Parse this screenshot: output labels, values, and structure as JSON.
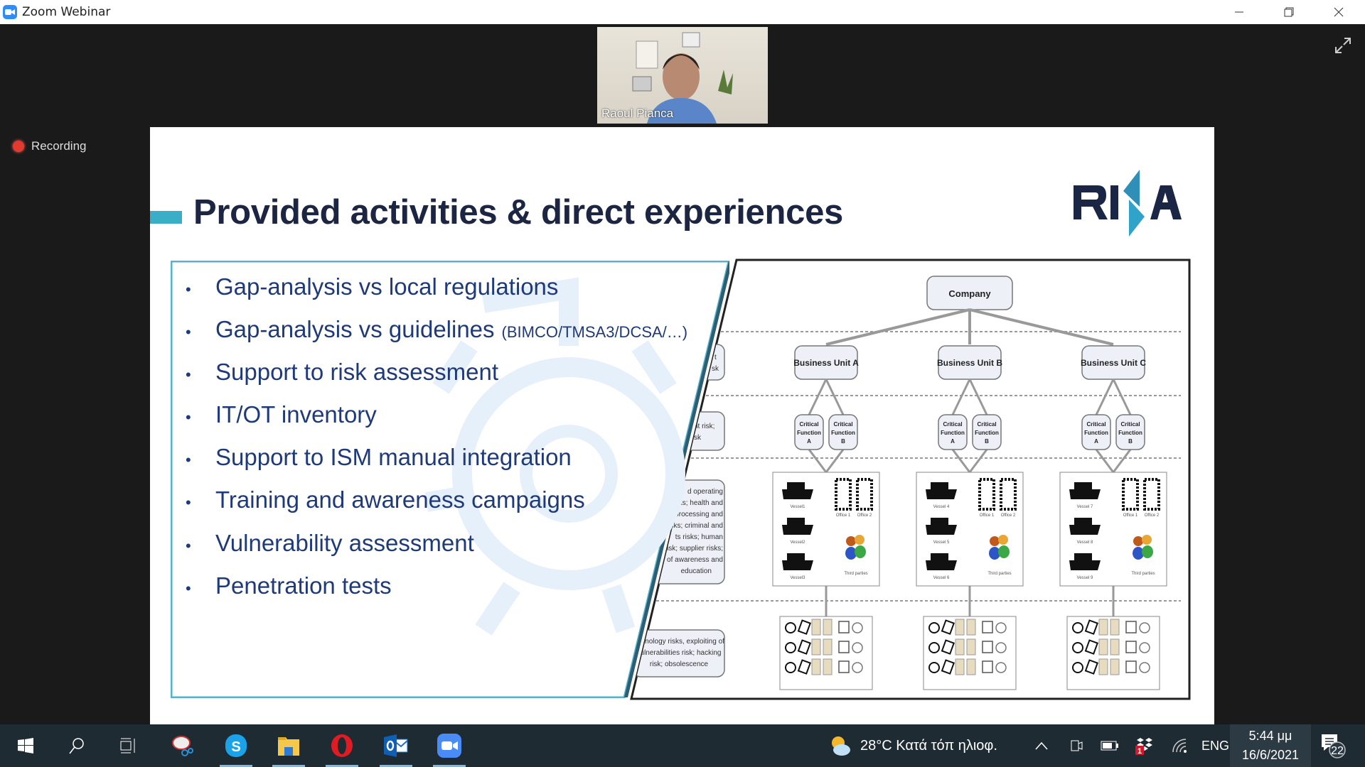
{
  "window": {
    "title": "Zoom Webinar",
    "minimize": "minimize",
    "restore": "restore",
    "close": "close"
  },
  "video": {
    "participant_name": "Raoul Pianca"
  },
  "recording": {
    "label": "Recording"
  },
  "slide": {
    "title": "Provided activities & direct experiences",
    "logo_text": "RINA",
    "bullets": [
      {
        "text": "Gap-analysis vs local regulations"
      },
      {
        "text": "Gap-analysis vs guidelines",
        "note": "(BIMCO/TMSA3/DCSA/…)"
      },
      {
        "text": "Support to risk assessment"
      },
      {
        "text": "IT/OT inventory"
      },
      {
        "text": "Support to ISM manual integration"
      },
      {
        "text": "Training and awareness campaigns"
      },
      {
        "text": "Vulnerability assessment"
      },
      {
        "text": "Penetration tests"
      }
    ],
    "diagram": {
      "company": "Company",
      "units": [
        {
          "name": "Business Unit A",
          "vessels": [
            "Vessel1",
            "Vessel2",
            "Vessel3"
          ]
        },
        {
          "name": "Business Unit B",
          "vessels": [
            "Vessel 4",
            "Vessel 5",
            "Vessel 6"
          ]
        },
        {
          "name": "Business Unit C",
          "vessels": [
            "Vessel 7",
            "Vessel 8",
            "Vessel 9"
          ]
        }
      ],
      "function_a": [
        "Critical",
        "Function",
        "A"
      ],
      "function_b": [
        "Critical",
        "Function",
        "B"
      ],
      "office1": "Office 1",
      "office2": "Office 2",
      "third_parties": "Third parties",
      "risk1": [
        "t",
        "sk"
      ],
      "risk2": [
        "nt risk;",
        "sk"
      ],
      "risk3": [
        "d operating",
        "risks; health and",
        "processing and",
        "risks; criminal and",
        "ts risks; human",
        "risk; supplier risks;",
        "of awareness and",
        "education"
      ],
      "risk4": [
        "echnology risks, exploiting of",
        "vulnerabilities risk; hacking",
        "risk; obsolescence"
      ]
    }
  },
  "taskbar": {
    "apps": [
      "start",
      "search",
      "task-view",
      "snip-sketch",
      "skype",
      "file-explorer",
      "opera",
      "outlook",
      "zoom"
    ],
    "weather": "28°C  Κατά τόπ ηλιοφ.",
    "language": "ENG",
    "time": "5:44 μμ",
    "date": "16/6/2021",
    "dropbox_badge": "1",
    "notifications": "22"
  },
  "colors": {
    "accent": "#3aaec6",
    "title": "#1c2541",
    "bullet": "#1f3a78",
    "taskbar": "#1f2b33"
  }
}
